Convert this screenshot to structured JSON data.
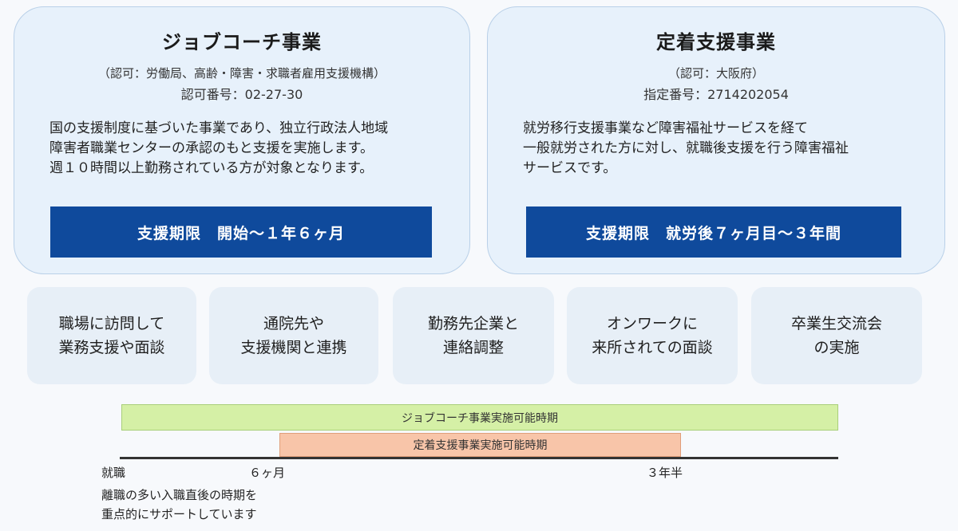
{
  "job_coach": {
    "title": "ジョブコーチ事業",
    "license": "（認可：労働局、高齢・障害・求職者雇用支援機構）",
    "number": "認可番号：02-27-30",
    "description": [
      "国の支援制度に基づいた事業であり、独立行政法人地域",
      "障害者職業センターの承認のもと支援を実施します。",
      "週１０時間以上勤務されている方が対象となります。"
    ],
    "period": "支援期限　開始〜１年６ヶ月"
  },
  "teichaku": {
    "title": "定着支援事業",
    "license": "（認可：大阪府）",
    "number": "指定番号：2714202054",
    "description": [
      "就労移行支援事業など障害福祉サービスを経て",
      "一般就労された方に対し、就職後支援を行う障害福祉",
      "サービスです。"
    ],
    "period": "支援期限　就労後７ヶ月目〜３年間"
  },
  "services": [
    {
      "lines": [
        "職場に訪問して",
        "業務支援や面談"
      ]
    },
    {
      "lines": [
        "通院先や",
        "支援機関と連携"
      ]
    },
    {
      "lines": [
        "勤務先企業と",
        "連絡調整"
      ]
    },
    {
      "lines": [
        "オンワークに",
        "来所されての面談"
      ]
    },
    {
      "lines": [
        "卒業生交流会",
        "の実施"
      ]
    }
  ],
  "timeline": {
    "jc_bar_label": "ジョブコーチ事業実施可能時期",
    "teichaku_bar_label": "定着支援事業実施可能時期",
    "start_label": "就職",
    "six_months_label": "６ヶ月",
    "three_half_years_label": "３年半",
    "note": [
      "離職の多い入職直後の時期を",
      "重点的にサポートしています"
    ]
  },
  "colors": {
    "card_bg": "#e7f1fb",
    "period_bar": "#0f4a9c",
    "jc_bar": "#d5f0a6",
    "teichaku_bar": "#f8c5a9"
  }
}
